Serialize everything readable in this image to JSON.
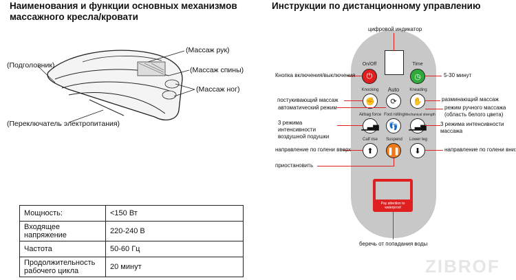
{
  "left_title": "Наименования и функции основных механизмов массажного кресла/кровати",
  "right_title": "Инструкции по дистанционному управлению",
  "chair_labels": {
    "arm": "(Массаж рук)",
    "headrest": "(Подголовник)",
    "back": "(Массаж спины)",
    "legs": "(Массаж ног)",
    "power_switch": "(Переключатель электропитания)"
  },
  "spec_table": [
    {
      "key": "Мощность:",
      "value": "<150 Вт"
    },
    {
      "key": "Входящее напряжение",
      "value": "220-240 В"
    },
    {
      "key": "Частота",
      "value": "50-60 Гц"
    },
    {
      "key": "Продолжительность рабочего цикла",
      "value": "20 минут"
    }
  ],
  "remote_annotations": {
    "display": "цифровой индикатор",
    "power": "Кнопка включения/выключения",
    "time": "5-30 минут",
    "knocking": "постукивающий массаж",
    "auto": "автоматический режим",
    "kneading": "разминающий массаж",
    "manual": "режим ручного массажа (область белого цвета)",
    "airbag": "3 режима интенсивности воздушной подушки",
    "mech": "3 режима интенсивности массажа",
    "calf_up": "направление по голени вверх",
    "calf_down": "направление по голени вниз",
    "pause": "приостановить",
    "water": "беречь от попадания воды"
  },
  "remote_labels": {
    "on_off": "On/Off",
    "time": "Time",
    "knocking": "Knocking",
    "auto": "Auto",
    "kneading": "Kneading",
    "airbag": "Airbag force",
    "foot": "Foot rolling",
    "mech": "Mechanical strength",
    "calf_rise": "Calf rise",
    "suspend": "Suspend",
    "lower_leg": "Lower leg",
    "water_warning": "Pay attention to waterproof"
  },
  "watermark": "ZIBROF",
  "colors": {
    "power": "#e02020",
    "time": "#2faa3a",
    "suspend": "#f07a1a",
    "remote_body": "#c8c8c8"
  }
}
